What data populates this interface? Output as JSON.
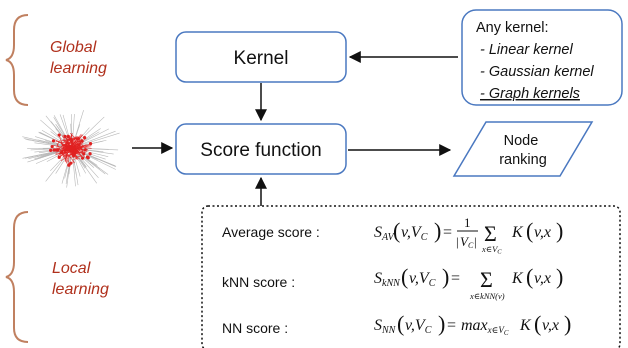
{
  "labels": {
    "global": [
      "Global",
      "learning"
    ],
    "local": [
      "Local",
      "learning"
    ]
  },
  "boxes": {
    "kernel": "Kernel",
    "score_function": "Score function",
    "node_ranking": [
      "Node",
      "ranking"
    ]
  },
  "kernel_options": {
    "title": "Any kernel:",
    "items": [
      "- Linear kernel",
      "- Gaussian kernel",
      "- Graph kernels"
    ]
  },
  "scores": [
    {
      "name": "Average score :",
      "formula": "S_AV(v,V_C) = 1/|V_C| Σ_{x∈V_C} K(v,x)"
    },
    {
      "name": "kNN score :",
      "formula": "S_kNN(v,V_C) = Σ_{x∈kNN(v)} K(v,x)"
    },
    {
      "name": "NN score :",
      "formula": "S_NN(v,V_C) = max_{x∈V_C} K(v,x)"
    }
  ],
  "colors": {
    "box_border": "#4a78c0",
    "red_label": "#b0301c",
    "brace": "#c08060",
    "network_node": "#e02020",
    "network_edge": "#b8b8b8"
  }
}
